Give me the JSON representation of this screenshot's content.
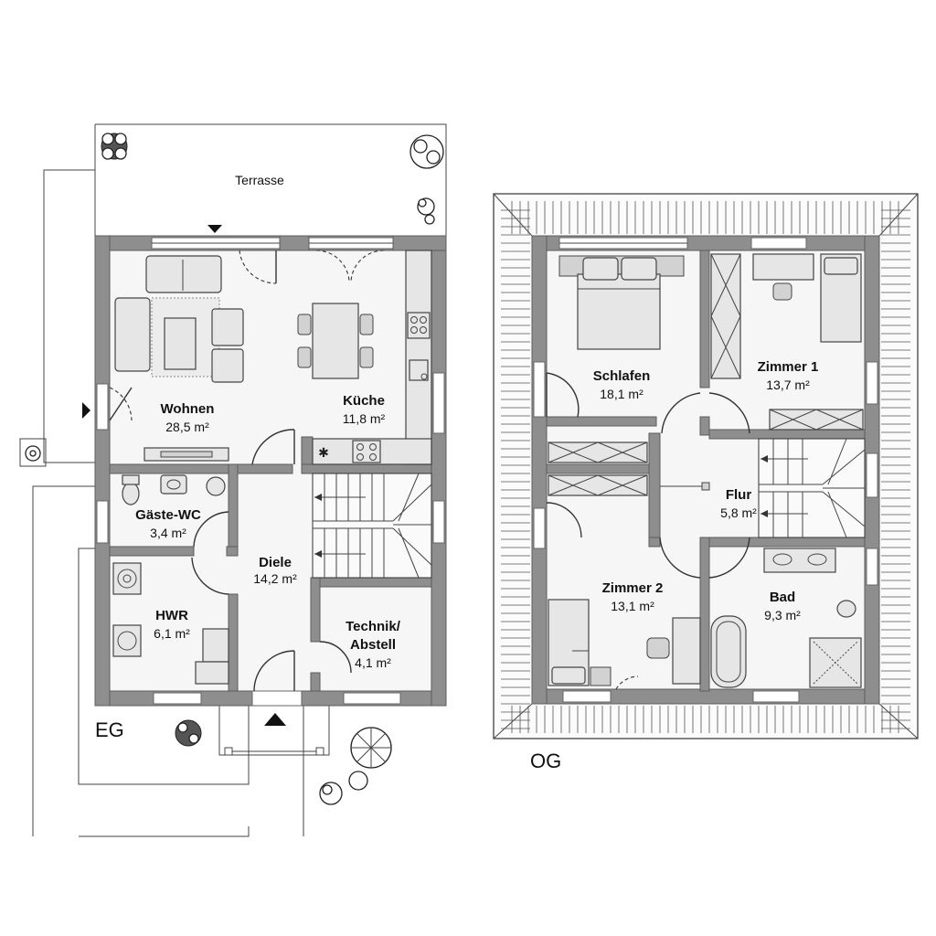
{
  "floors": {
    "eg": {
      "label": "EG",
      "terrace": "Terrasse",
      "rooms": {
        "wohnen": {
          "name": "Wohnen",
          "area": "28,5 m²"
        },
        "kueche": {
          "name": "Küche",
          "area": "11,8 m²"
        },
        "gaestewc": {
          "name": "Gäste-WC",
          "area": "3,4 m²"
        },
        "diele": {
          "name": "Diele",
          "area": "14,2 m²"
        },
        "hwr": {
          "name": "HWR",
          "area": "6,1 m²"
        },
        "technik": {
          "name_line1": "Technik/",
          "name_line2": "Abstell",
          "area": "4,1 m²"
        }
      }
    },
    "og": {
      "label": "OG",
      "rooms": {
        "schlafen": {
          "name": "Schlafen",
          "area": "18,1 m²"
        },
        "zimmer1": {
          "name": "Zimmer 1",
          "area": "13,7 m²"
        },
        "flur": {
          "name": "Flur",
          "area": "5,8 m²"
        },
        "zimmer2": {
          "name": "Zimmer 2",
          "area": "13,1 m²"
        },
        "bad": {
          "name": "Bad",
          "area": "9,3 m²"
        }
      }
    }
  },
  "icons": {
    "entrance_arrow": "triangle-up-icon",
    "terrace_arrow": "triangle-down-icon",
    "side_entry": "triangle-right-icon"
  }
}
